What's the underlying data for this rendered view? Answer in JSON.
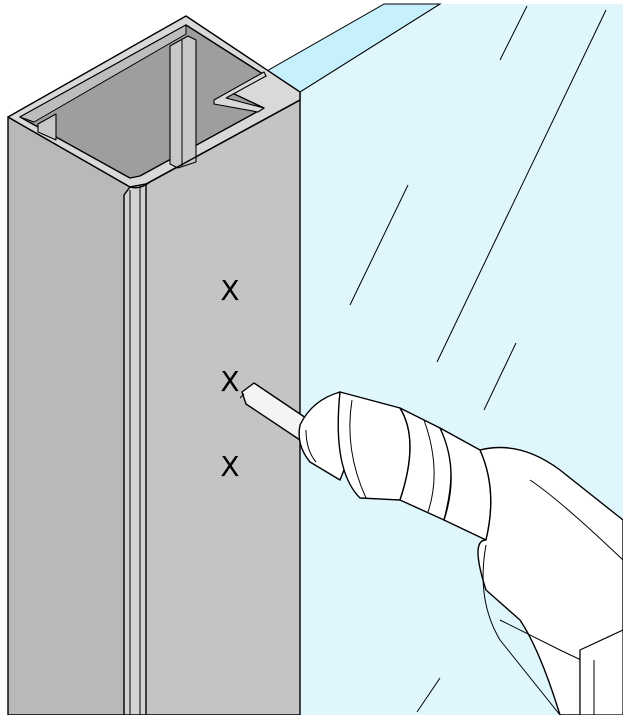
{
  "colors": {
    "glass": "#dff6fd",
    "glass_edge": "#c6f0fb",
    "profile_front": "#c4c4c4",
    "profile_side": "#b6b6b6",
    "profile_top": "#d6d6d6",
    "profile_inner": "#9a9a9a",
    "drill_body": "#ffffff",
    "outline": "#000000"
  },
  "marks": [
    {
      "label": "X"
    },
    {
      "label": "X"
    },
    {
      "label": "X"
    }
  ],
  "icons": {
    "profile": "aluminium-profile-icon",
    "drill": "power-drill-icon",
    "glass": "glass-panel-icon"
  }
}
